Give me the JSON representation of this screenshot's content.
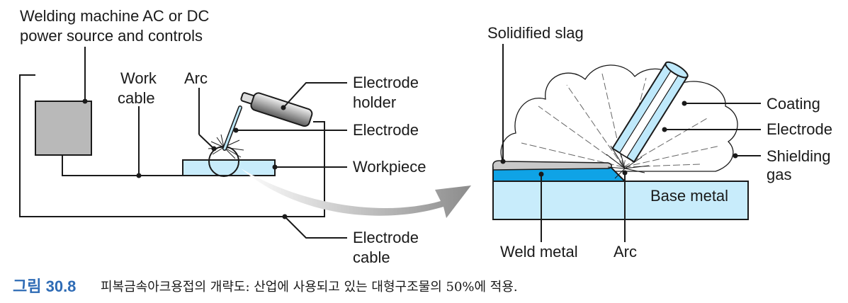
{
  "left_labels": {
    "power_line1": "Welding machine AC or DC",
    "power_line2": "power source and controls",
    "work_line1": "Work",
    "work_line2": "cable",
    "arc": "Arc",
    "holder_line1": "Electrode",
    "holder_line2": "holder",
    "electrode": "Electrode",
    "workpiece": "Workpiece",
    "ecable_line1": "Electrode",
    "ecable_line2": "cable"
  },
  "right_labels": {
    "slag": "Solidified slag",
    "coating": "Coating",
    "electrode": "Electrode",
    "shield_line1": "Shielding",
    "shield_line2": "gas",
    "base_metal": "Base metal",
    "weld_metal": "Weld metal",
    "arc": "Arc"
  },
  "caption": {
    "number": "그림 30.8",
    "text": "피복금속아크용접의 개략도: 산업에 사용되고 있는 대형구조물의 50%에 적용."
  },
  "colors": {
    "weld_blue": "#0fa3e6",
    "base_light_blue": "#c8ecfb",
    "electrode_blue": "#bfe9fb",
    "machine_gray": "#b9b9b9",
    "caption_blue": "#2e6bb5"
  }
}
